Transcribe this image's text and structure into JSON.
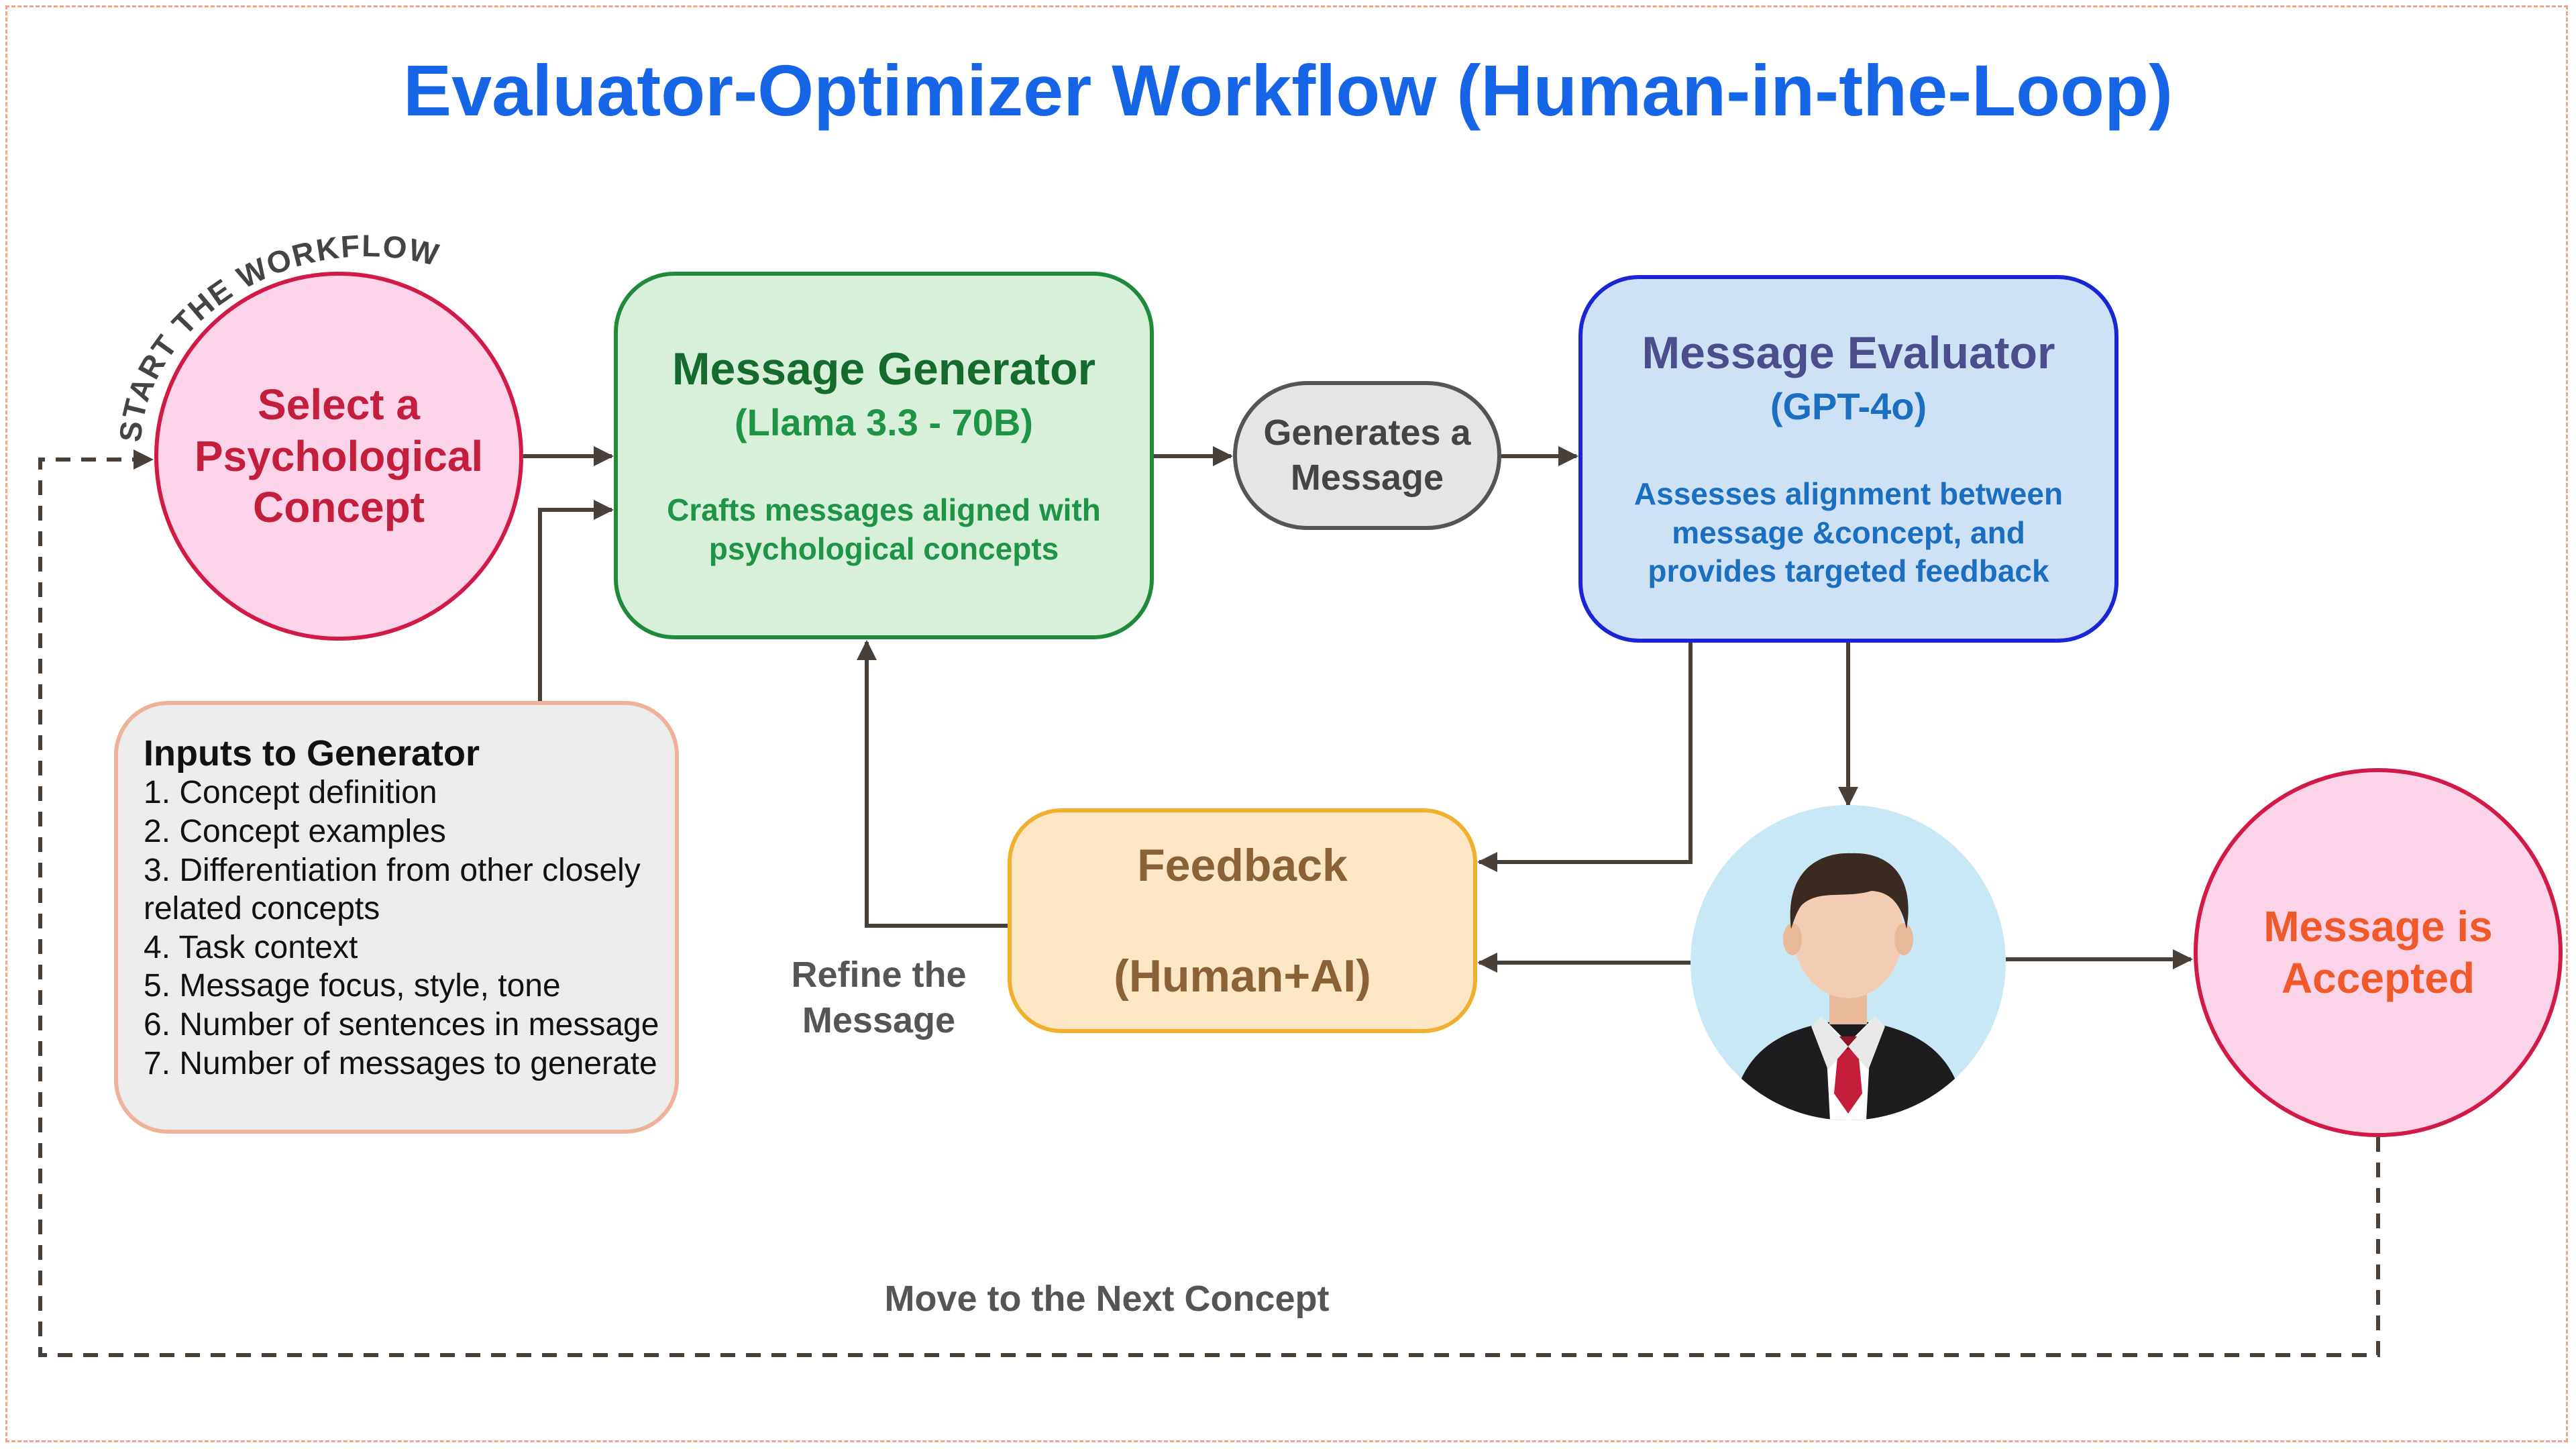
{
  "title": "Evaluator-Optimizer Workflow (Human-in-the-Loop)",
  "start_label": "START THE WORKFLOW",
  "concept_node": {
    "label": "Select a Psychological Concept"
  },
  "generator": {
    "name": "Message Generator",
    "model": "(Llama 3.3 - 70B)",
    "description": "Crafts messages aligned with psychological concepts"
  },
  "generates_node": {
    "label": "Generates a Message"
  },
  "evaluator": {
    "name": "Message Evaluator",
    "model": "(GPT-4o)",
    "description": "Assesses alignment between message &concept, and provides targeted feedback"
  },
  "feedback": {
    "title": "Feedback",
    "subtitle": "(Human+AI)"
  },
  "refine_label": "Refine the Message",
  "inputs": {
    "heading": "Inputs to Generator",
    "items": [
      "1. Concept definition",
      "2. Concept examples",
      "3. Differentiation from other closely related concepts",
      "4. Task context",
      "5. Message focus, style, tone",
      "6. Number of sentences in message",
      "7. Number of messages to generate"
    ]
  },
  "accepted_node": {
    "label": "Message is Accepted"
  },
  "next_concept_label": "Move to the Next Concept",
  "colors": {
    "title": "#1565e6",
    "concept_fill": "#fcd4ea",
    "concept_border": "#d11a46",
    "generator_fill": "#d8efd9",
    "generator_border": "#1f8a3b",
    "evaluator_fill": "#cfe2f5",
    "evaluator_border": "#1a25d6",
    "feedback_fill": "#fde6c3",
    "feedback_border": "#f0b02e",
    "arrow": "#4a403a"
  },
  "icons": {
    "human_reviewer": "person-avatar-icon"
  }
}
